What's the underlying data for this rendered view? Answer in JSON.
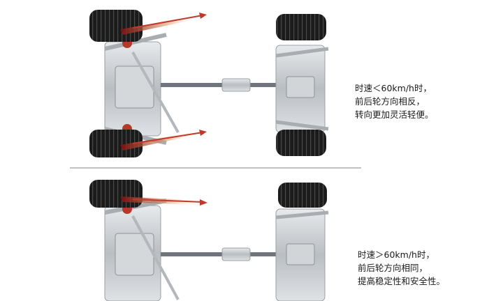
{
  "captions": {
    "low_speed": {
      "line1": "时速＜60km/h时，",
      "line2": "前后轮方向相反，",
      "line3": "转向更加灵活轻便。"
    },
    "high_speed": {
      "line1": "时速＞60km/h时，",
      "line2": "前后轮方向相同，",
      "line3": "提高稳定性和安全性。"
    }
  },
  "colors": {
    "arrow": "#c0392b",
    "tire": "#1b1b1b",
    "divider": "#9a9a9a",
    "chassis": "#c9cdd1"
  }
}
